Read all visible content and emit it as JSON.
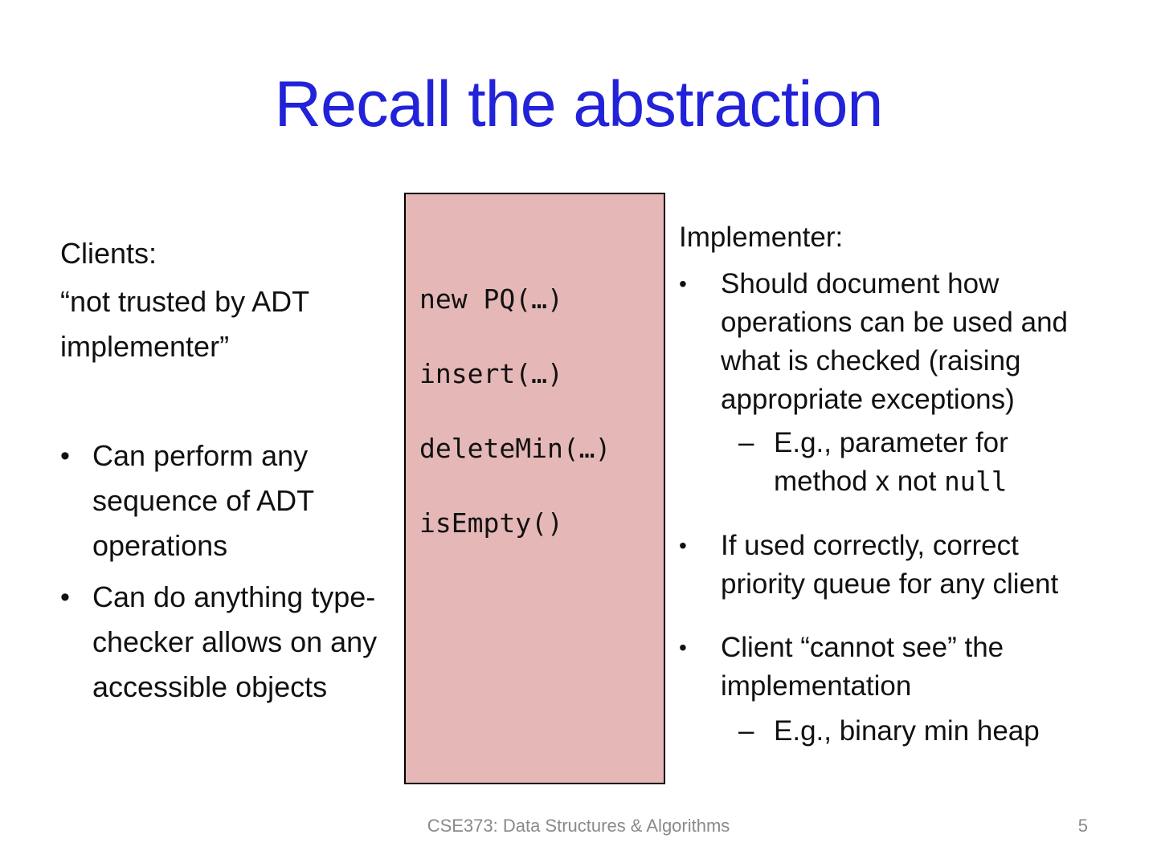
{
  "title": "Recall the abstraction",
  "markers": {
    "bullet": "•",
    "dash": "–"
  },
  "left": {
    "heading": "Clients:",
    "subheading": "“not trusted by ADT implementer”",
    "bullets": [
      "Can perform any sequence of ADT operations",
      "Can do anything type-checker allows on any accessible objects"
    ]
  },
  "box": {
    "lines": [
      "new PQ(…)",
      "insert(…)",
      "deleteMin(…)",
      "isEmpty()"
    ]
  },
  "right": {
    "heading": "Implementer:",
    "bullet1": "Should document how operations can be used and what is checked (raising appropriate exceptions)",
    "sub1_prefix": "E.g., parameter for method x not ",
    "sub1_code": "null",
    "bullet2": "If used correctly, correct priority queue for any client",
    "bullet3": "Client “cannot see” the implementation",
    "sub2": "E.g., binary min heap"
  },
  "footer": {
    "course": "CSE373: Data Structures & Algorithms",
    "page": "5"
  },
  "colors": {
    "title_blue": "#2222d9",
    "box_fill": "#e5b8b7",
    "box_border": "#000000",
    "body_text": "#111111",
    "footer_gray": "#8a8a8a"
  }
}
